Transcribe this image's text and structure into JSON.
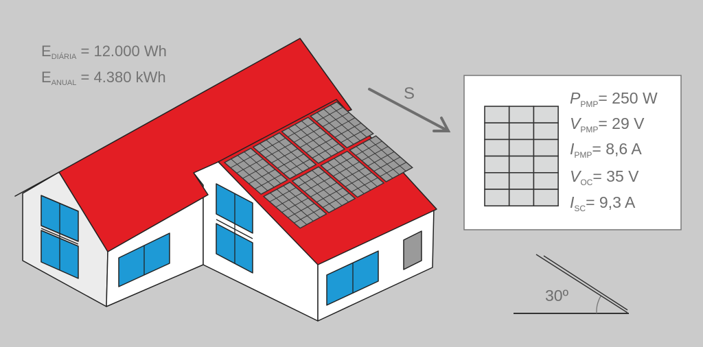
{
  "energy": {
    "daily": {
      "symbol": "E",
      "subscript": "DIÁRIA",
      "value": "= 12.000 Wh"
    },
    "annual": {
      "symbol": "E",
      "subscript": "ANUAL",
      "value": "= 4.380 kWh"
    }
  },
  "orientation": {
    "label": "S"
  },
  "module_specs": [
    {
      "symbol": "P",
      "subscript": "PMP",
      "value": "= 250 W"
    },
    {
      "symbol": "V",
      "subscript": "PMP",
      "value": "= 29 V"
    },
    {
      "symbol": "I",
      "subscript": "PMP",
      "value": "= 8,6 A"
    },
    {
      "symbol": "V",
      "subscript": "OC",
      "value": "= 35 V"
    },
    {
      "symbol": "I",
      "subscript": "SC",
      "value": "= 9,3 A"
    }
  ],
  "tilt": {
    "label": "30º",
    "degrees": 30
  },
  "colors": {
    "background": "#cbcbcb",
    "roof": "#e31e24",
    "window": "#1e9ad6",
    "wall": "#ffffff",
    "panel": "#9a9a9a"
  }
}
